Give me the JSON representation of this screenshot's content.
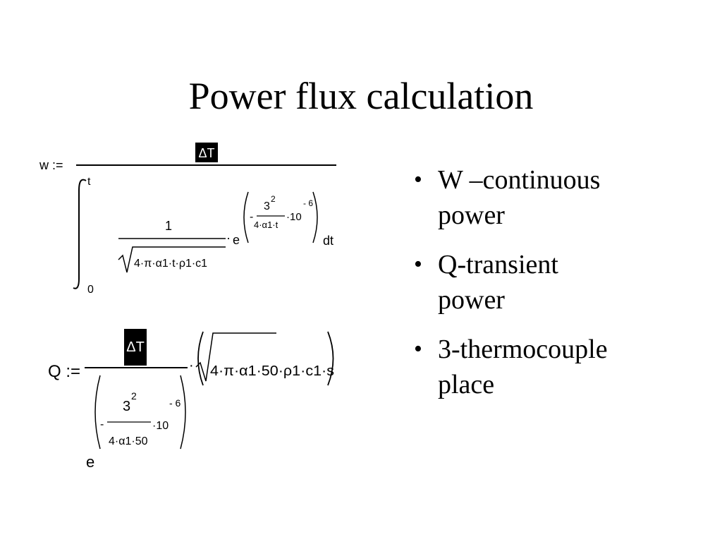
{
  "slide": {
    "title": "Power flux calculation"
  },
  "formulas": {
    "w": {
      "lhs": "w :=",
      "numerator": "ΔT",
      "upper_limit": "t",
      "lower_limit": "0",
      "fraction_numerator": "1",
      "sqrt_content": "4·π·α1·t·ρ1·c1",
      "dot": "·",
      "base": "e",
      "exp_num": "3",
      "exp_num_power": "2",
      "exp_den": "4·α1·t",
      "exp_minus": "-",
      "exp_factor": "·10",
      "exp_factor_power": "- 6",
      "differential": "dt"
    },
    "q": {
      "lhs": "Q :=",
      "numerator": "ΔT",
      "sqrt_content": "4·π·α1·50·ρ1·c1·s",
      "dot": "·",
      "base": "e",
      "exp_minus": "-",
      "exp_num": "3",
      "exp_num_power": "2",
      "exp_den": "4·α1·50",
      "exp_factor": "·10",
      "exp_factor_power": "- 6"
    }
  },
  "bullets": [
    {
      "marker": "•",
      "text": "W –continuous power",
      "line1": "W –continuous",
      "line2": "power"
    },
    {
      "marker": "•",
      "text": "Q-transient power",
      "line1": "Q-transient",
      "line2": "power"
    },
    {
      "marker": "•",
      "text": "3-thermocouple place",
      "line1": "3-thermocouple",
      "line2": "place"
    }
  ]
}
